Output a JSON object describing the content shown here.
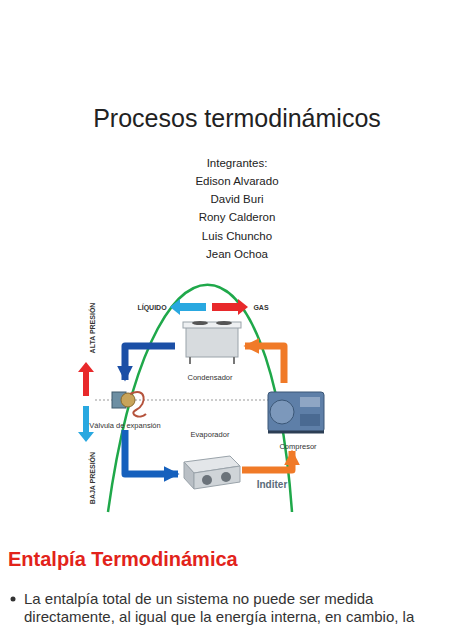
{
  "diagram": {
    "title": "Procesos termodinámicos",
    "nodes": [
      {
        "text": [
          "Condensador"
        ]
      },
      {
        "text": [
          "Válvula de expansión"
        ]
      },
      {
        "text": [
          "Compresor"
        ]
      },
      {
        "text": [
          "Evaporador"
        ]
      }
    ],
    "edges": [
      {
        "from": 2,
        "to": 0,
        "arrow": "to"
      },
      {
        "from": 0,
        "to": 1,
        "arrow": "to"
      },
      {
        "from": 1,
        "to": 3,
        "arrow": "to"
      },
      {
        "from": 3,
        "to": 2,
        "arrow": "to"
      }
    ],
    "labels": [
      "Integrantes:",
      "Edison Alvarado",
      "David Buri",
      "Rony Calderon",
      "Luis Chuncho",
      "Jean Ochoa",
      "LÍQUIDO",
      "GAS",
      "ALTA PRESIÓN",
      "BAJA PRESIÓN",
      "Inditer",
      "Entalpía Termodinámica",
      "La entalpía total de un sistema no puede ser medida directamente, al igual que la energía interna, en cambio, la"
    ]
  }
}
